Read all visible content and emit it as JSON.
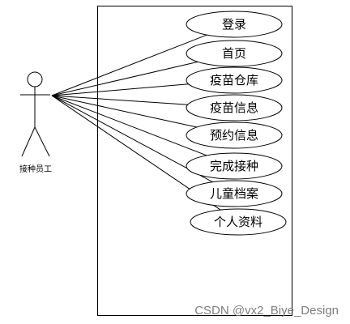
{
  "actor": {
    "label": "接种员工"
  },
  "use_cases": [
    {
      "label": "登录"
    },
    {
      "label": "首页"
    },
    {
      "label": "疫苗仓库"
    },
    {
      "label": "疫苗信息"
    },
    {
      "label": "预约信息"
    },
    {
      "label": "完成接种"
    },
    {
      "label": "儿童档案"
    },
    {
      "label": "个人资料"
    }
  ],
  "watermark": "CSDN @vx2_Biye_Design"
}
